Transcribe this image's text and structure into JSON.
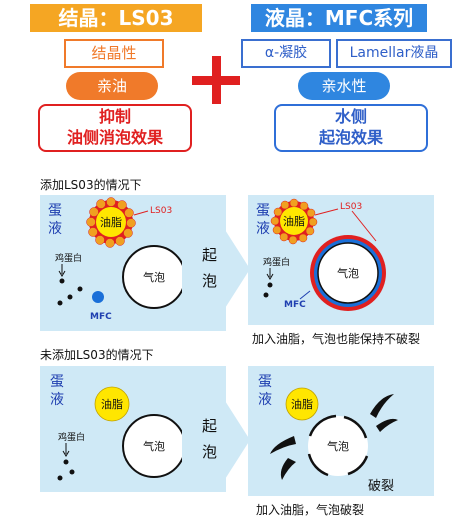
{
  "header": {
    "left_title": "结晶：LS03",
    "right_title": "液晶：MFC系列"
  },
  "left_column": {
    "property_box": "结晶性",
    "pill": "亲油",
    "effect_line1": "抑制",
    "effect_line2": "油侧消泡效果"
  },
  "right_column": {
    "box1": "α-凝胶",
    "box2": "Lamellar液晶",
    "pill": "亲水性",
    "effect_line1": "水侧",
    "effect_line2": "起泡效果"
  },
  "section_with": {
    "caption": "添加LS03的情况下",
    "liquid_label_1": "蛋",
    "liquid_label_2": "液",
    "oil_label": "油脂",
    "ls03_label": "LS03",
    "yolk_label": "鸡蛋白",
    "bubble_label": "气泡",
    "mfc_label": "MFC",
    "arrow_label_1": "起",
    "arrow_label_2": "泡",
    "result_caption": "加入油脂，气泡也能保持不破裂"
  },
  "section_without": {
    "caption": "未添加LS03的情况下",
    "liquid_label_1": "蛋",
    "liquid_label_2": "液",
    "oil_label": "油脂",
    "yolk_label": "鸡蛋白",
    "bubble_label": "气泡",
    "arrow_label_1": "起",
    "arrow_label_2": "泡",
    "broken_label": "破裂",
    "result_caption": "加入油脂，气泡破裂"
  },
  "colors": {
    "orange": "#f5a623",
    "blue": "#2f86e0",
    "red": "#e02020",
    "liquid": "#cfe9f6"
  }
}
